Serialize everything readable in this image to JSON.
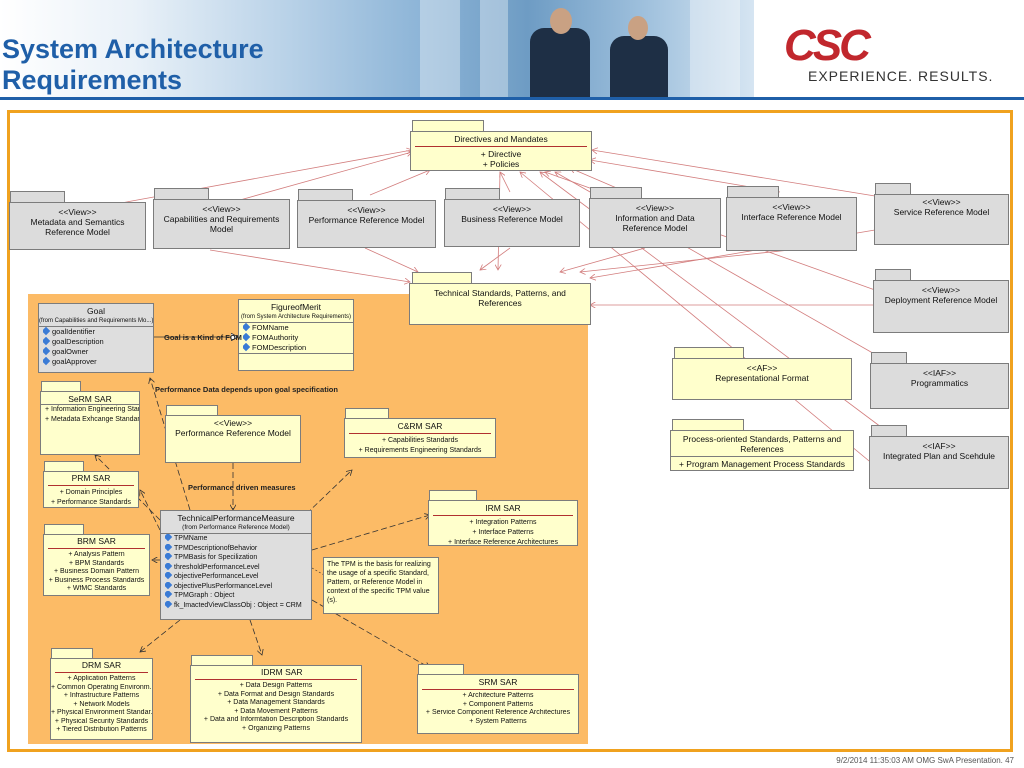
{
  "header": {
    "title": "System Architecture\nRequirements",
    "logo_mark": "CSC",
    "logo_tagline": "EXPERIENCE. RESULTS."
  },
  "top": {
    "directives": {
      "name": "Directives and Mandates",
      "lines": [
        "+ Directive",
        "+ Policies"
      ]
    },
    "standards": {
      "name": "Technical Standards, Patterns, and References"
    },
    "views": [
      {
        "stereotype": "<<View>>",
        "name": "Metadata and Semantics Reference Model"
      },
      {
        "stereotype": "<<View>>",
        "name": "Capabilities and Requirements Model"
      },
      {
        "stereotype": "<<View>>",
        "name": "Performance Reference Model"
      },
      {
        "stereotype": "<<View>>",
        "name": "Business Reference Model"
      },
      {
        "stereotype": "<<View>>",
        "name": "Information and Data Reference Model"
      },
      {
        "stereotype": "<<View>>",
        "name": "Interface Reference Model"
      },
      {
        "stereotype": "<<View>>",
        "name": "Service Reference Model"
      },
      {
        "stereotype": "<<View>>",
        "name": "Deployment Reference Model"
      }
    ]
  },
  "right": {
    "af": {
      "stereotype": "<<AF>>",
      "name": "Representational Format"
    },
    "iaf1": {
      "stereotype": "<<IAF>>",
      "name": "Programmatics"
    },
    "iaf2": {
      "stereotype": "<<IAF>>",
      "name": "Integrated Plan and Scehdule"
    },
    "process": {
      "name": "Process-oriented Standards, Patterns and References",
      "line": "+ Program Management Process Standards"
    }
  },
  "inner": {
    "goal": {
      "name": "Goal",
      "from": "(from Capabilities and Requirements Mo...)",
      "attrs": [
        "goalIdentifier",
        "goalDescription",
        "goalOwner",
        "goalApprover"
      ]
    },
    "fom": {
      "name": "FigureofMerit",
      "from": "(from System Architecture Requirements)",
      "attrs": [
        "FOMName",
        "FOMAuthority",
        "FOMDescription"
      ]
    },
    "goal_fom_label": "Goal is a Kind of FOM",
    "perf_goal_label": "Performance Data depends upon goal specification",
    "perf_measures_label": "Performance driven measures",
    "prm_view": {
      "stereotype": "<<View>>",
      "name": "Performance Reference Model"
    },
    "serm": {
      "name": "SeRM SAR",
      "lines": [
        "+ Information Engineering Star...",
        "+ Metadata Exhcange Standarc..."
      ]
    },
    "crm": {
      "name": "C&RM SAR",
      "lines": [
        "+ Capabilities Standards",
        "+ Requirements Engineering Standards"
      ]
    },
    "prm": {
      "name": "PRM SAR",
      "lines": [
        "+ Domain Principles",
        "+ Performance Standards"
      ]
    },
    "irm": {
      "name": "IRM SAR",
      "lines": [
        "+ Integration Patterns",
        "+ Interface Patterns",
        "+ Interface Reference Architectures"
      ]
    },
    "brm": {
      "name": "BRM SAR",
      "lines": [
        "+ Analysis Pattern",
        "+ BPM Standards",
        "+ Business Domain Pattern",
        "+ Business Process Standards",
        "+ WfMC Standards"
      ]
    },
    "tpm": {
      "name": "TechnicalPerformanceMeasure",
      "from": "(from Performance Reference Model)",
      "attrs": [
        "TPMName",
        "TPMDescriptionofBehavior",
        "TPMBasis for Specilization",
        "thresholdPerformanceLevel",
        "objectivePerformanceLevel",
        "objectivePlusPerformanceLevel",
        "TPMGraph : Object",
        "fk_ImactedViewClassObj : Object = CRM"
      ]
    },
    "note": "The TPM is the basis for realizing the usage of a specific Standard, Pattern, or Reference Model in context of the specific TPM value (s).",
    "drm": {
      "name": "DRM SAR",
      "lines": [
        "+ Application Patterns",
        "+ Common Operating Environm...",
        "+ Infrastructure Patterns",
        "+ Network Models",
        "+ Physical Environment Standar...",
        "+ Physical Security Standards",
        "+ Tiered Distribution Patterns"
      ]
    },
    "idrm": {
      "name": "IDRM SAR",
      "lines": [
        "+ Data Design Patterns",
        "+ Data Format and Design Standards",
        "+ Data Management Standards",
        "+ Data Movement Patterns",
        "+ Data and Informtation Description Standards",
        "+ Organizing Patterns"
      ]
    },
    "srm": {
      "name": "SRM SAR",
      "lines": [
        "+ Architecture Patterns",
        "+ Component Patterns",
        "+ Service Component Reference Architectures",
        "+ System Patterns"
      ]
    }
  },
  "footer": "9/2/2014 11:35:03 AM OMG SwA Presentation. 47",
  "colors": {
    "title": "#1f5fa8",
    "logo": "#c1272d",
    "frame": "#f0a21f",
    "panel": "#fcbb66",
    "note_fill": "#ffffcc",
    "view_fill": "#dcdcdc"
  }
}
